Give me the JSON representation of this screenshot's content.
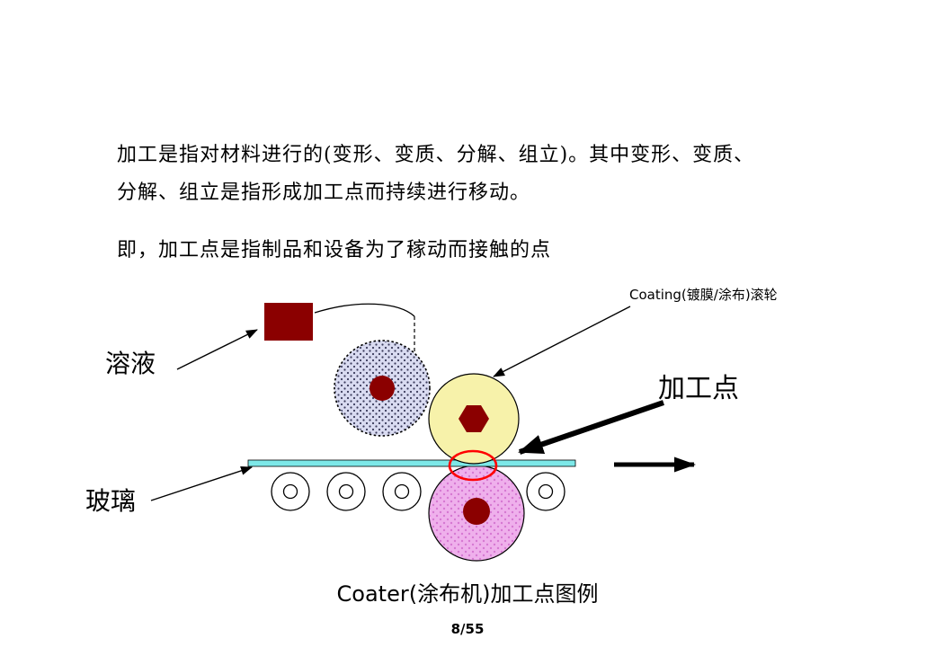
{
  "slide": {
    "body_text": {
      "p1_line1": "加工是指对材料进行的(变形、变质、分解、组立)。其中变形、变质、",
      "p1_line2": "分解、组立是指形成加工点而持续进行移动。",
      "p2": "即，加工点是指制品和设备为了稼动而接触的点"
    },
    "diagram": {
      "coating_roller_label": "Coating(镀膜/涂布)滚轮",
      "solution_label": "溶液",
      "processing_point_label": "加工点",
      "glass_label": "玻璃",
      "caption": "Coater(涂布机)加工点图例"
    },
    "footer": {
      "page_number": "8/55"
    },
    "colors": {
      "core_maroon": "#8B0000",
      "solution_box": "#8B0000",
      "dotted_roller_fill": "#D9DBF1",
      "dotted_roller_dot": "#3A3A5A",
      "yellow_roller_fill": "#F7F2AA",
      "pink_roller_fill": "#EFB0EC",
      "pink_roller_dot": "#D678D2",
      "glass_fill": "#7DE8E8",
      "highlight_red": "#FF0000",
      "line_black": "#000000"
    }
  }
}
